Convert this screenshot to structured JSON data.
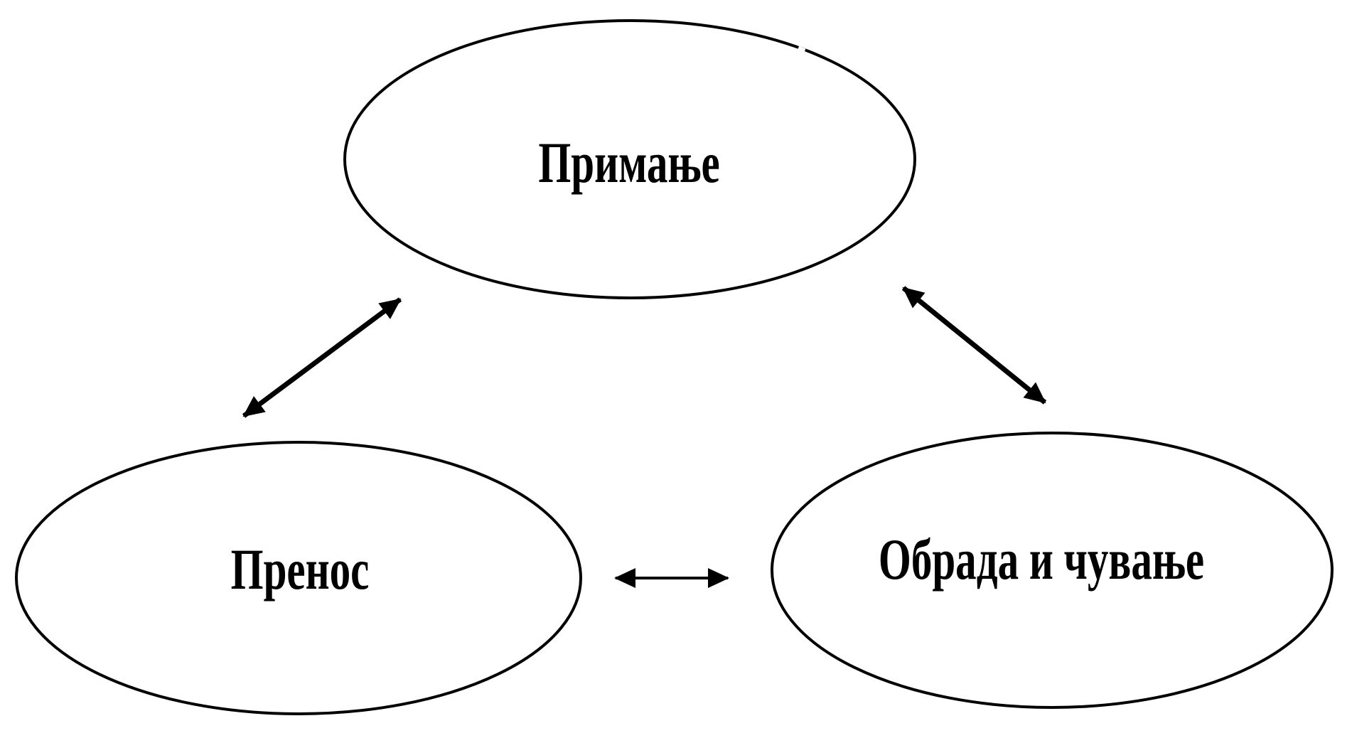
{
  "diagram": {
    "background_color": "#ffffff",
    "line_color": "#000000",
    "text_color": "#000000",
    "nodes": {
      "top": {
        "label": "Примање"
      },
      "bottom_left": {
        "label": "Пренос"
      },
      "bottom_right": {
        "label": "Обрада и чување"
      }
    },
    "connectors": [
      {
        "from": "Примање",
        "to": "Пренос",
        "type": "double-headed-arrow"
      },
      {
        "from": "Примање",
        "to": "Обрада и чување",
        "type": "double-headed-arrow"
      },
      {
        "from": "Пренос",
        "to": "Обрада и чување",
        "type": "double-headed-arrow"
      }
    ]
  }
}
